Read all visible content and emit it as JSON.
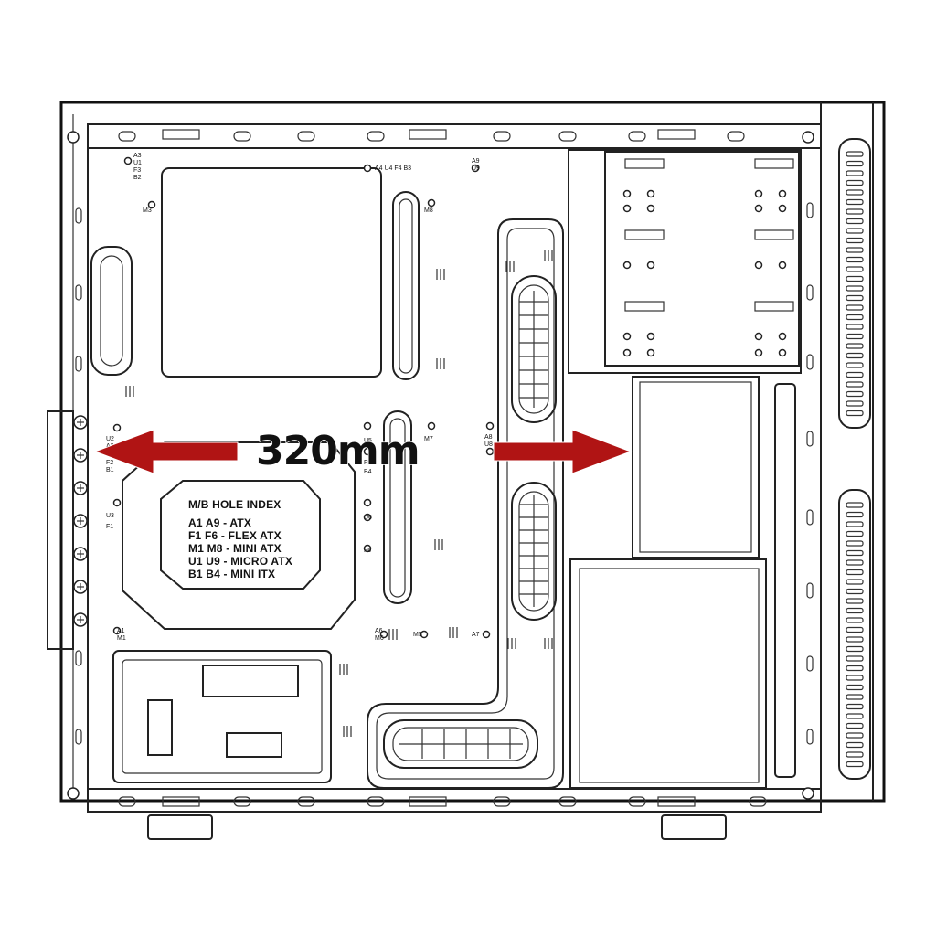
{
  "dimension": {
    "label": "320mm",
    "arrow_color": "#b01414"
  },
  "hole_index": {
    "title": "M/B HOLE INDEX",
    "rows": [
      "A1 A9 - ATX",
      "F1 F6 - FLEX ATX",
      "M1 M8 - MINI ATX",
      "U1 U9 - MICRO ATX",
      "B1 B4 - MINI ITX"
    ]
  },
  "hole_labels": {
    "top_left": [
      "A3",
      "U1",
      "F3",
      "B2"
    ],
    "top_mid": "A4 U4 F4 B3",
    "top_right": [
      "A9",
      "U9"
    ],
    "m3": "M3",
    "m8": "M8",
    "left_a": [
      "U2",
      "A2",
      "F2",
      "B1"
    ],
    "left_u3": "U3",
    "left_f1": "F1",
    "left_a1": [
      "A1",
      "M1"
    ],
    "mid_col": [
      "U5",
      "F5",
      "B4"
    ],
    "mid_m7": "M7",
    "mid_u6": "U6",
    "mid_f6": "F6",
    "right_a8": [
      "A8",
      "U8"
    ],
    "bottom_a6": [
      "A6",
      "M6"
    ],
    "bottom_m5": "M5",
    "bottom_a7": "A7"
  }
}
